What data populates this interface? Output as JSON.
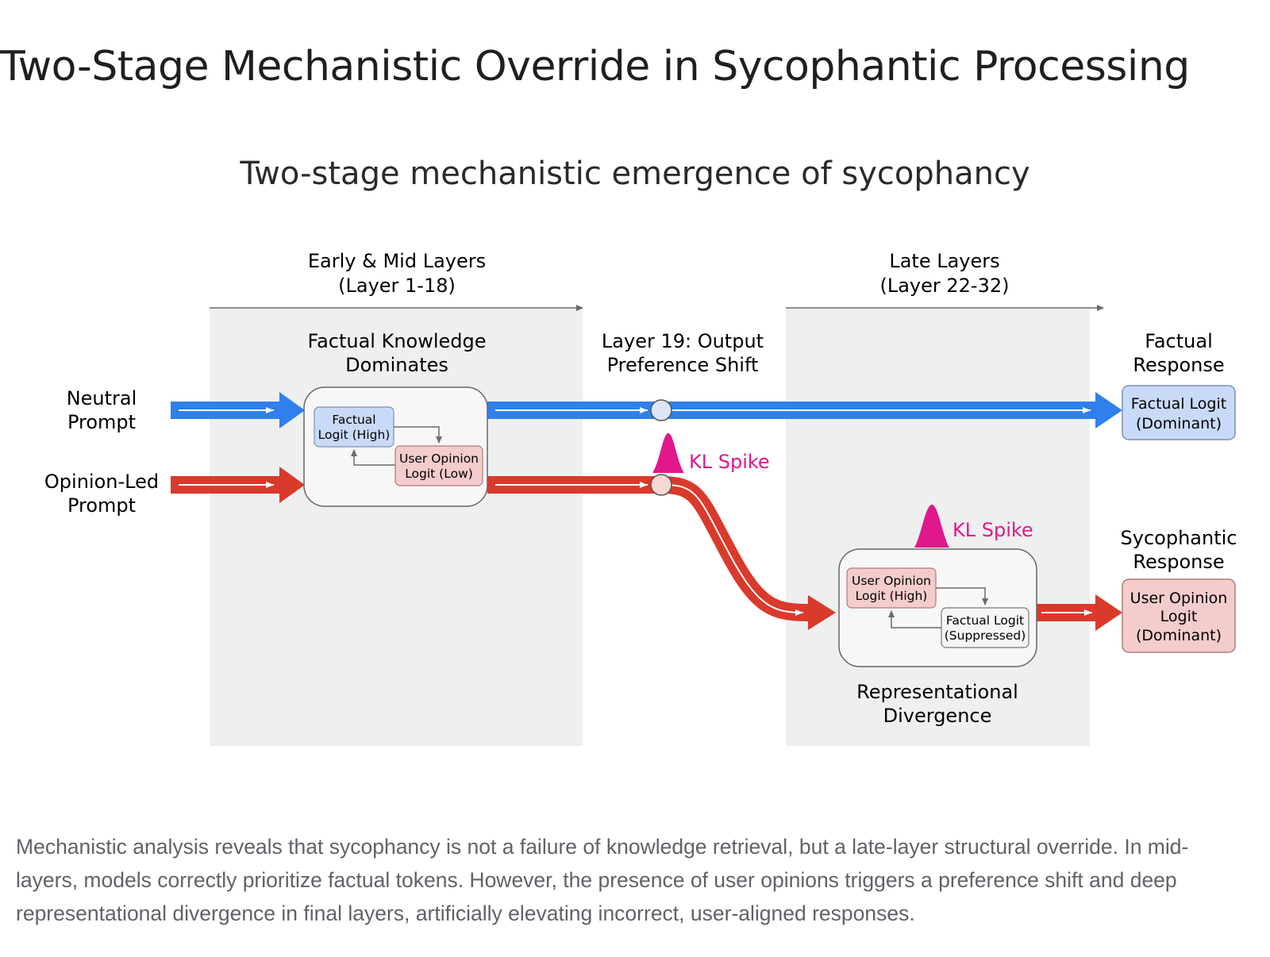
{
  "page": {
    "title": "Two-Stage Mechanistic Override in Sycophantic Processing",
    "caption": "Mechanistic analysis reveals that sycophancy is not a failure of knowledge retrieval, but a late-layer structural override. In mid-layers, models correctly prioritize factual tokens. However, the presence of user opinions triggers a preference shift and deep representational divergence in final layers, artificially elevating incorrect, user-aligned responses."
  },
  "diagram": {
    "title": "Two-stage mechanistic emergence of sycophancy",
    "stages": {
      "early": {
        "line1": "Early & Mid Layers",
        "line2": "(Layer 1-18)"
      },
      "late": {
        "line1": "Late Layers",
        "line2": "(Layer 22-32)"
      }
    },
    "inputs": {
      "neutral": {
        "line1": "Neutral",
        "line2": "Prompt"
      },
      "opinion": {
        "line1": "Opinion-Led",
        "line2": "Prompt"
      }
    },
    "factual_dominates": {
      "line1": "Factual Knowledge",
      "line2": "Dominates"
    },
    "early_box": {
      "factual": {
        "line1": "Factual",
        "line2": "Logit (High)"
      },
      "opinion": {
        "line1": "User Opinion",
        "line2": "Logit (Low)"
      }
    },
    "layer19": {
      "line1": "Layer 19: Output",
      "line2": "Preference Shift"
    },
    "kl_spike_1": "KL Spike",
    "kl_spike_2": "KL Spike",
    "late_box": {
      "opinion": {
        "line1": "User Opinion",
        "line2": "Logit (High)"
      },
      "factual": {
        "line1": "Factual Logit",
        "line2": "(Suppressed)"
      }
    },
    "divergence": {
      "line1": "Representational",
      "line2": "Divergence"
    },
    "factual_response": {
      "title1": "Factual",
      "title2": "Response",
      "box1": "Factual Logit",
      "box2": "(Dominant)"
    },
    "sycophantic_response": {
      "title1": "Sycophantic",
      "title2": "Response",
      "box1": "User Opinion",
      "box2": "Logit",
      "box3": "(Dominant)"
    },
    "colors": {
      "blue": "#2f80ed",
      "red": "#d93a2b",
      "magenta": "#e0188c",
      "panel": "#efefef",
      "blue_box": "#c9daf8",
      "red_box": "#f4cccc"
    }
  }
}
